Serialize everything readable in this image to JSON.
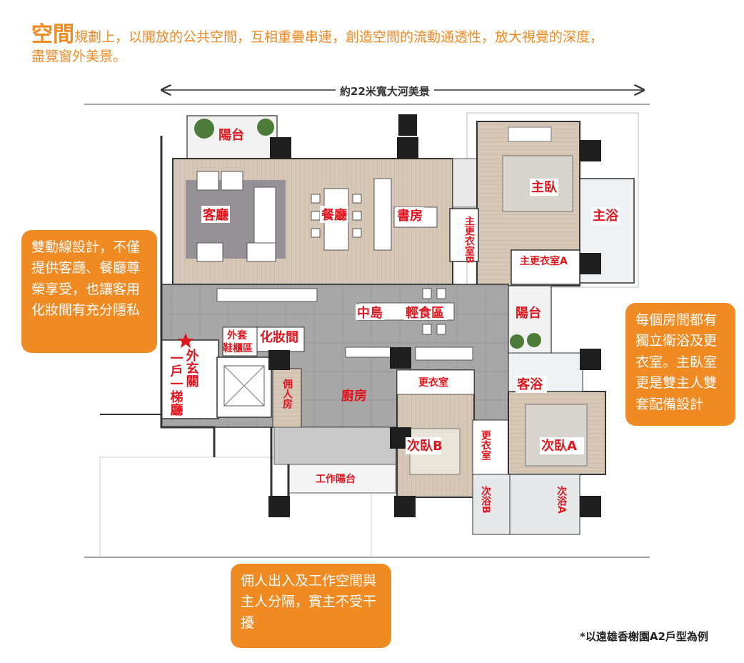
{
  "heading": {
    "lead": "空間",
    "line1": "規劃上，以開放的公共空間，互相重疊串連，創造空間的流動通透性，放大視覺的深度，",
    "line2": "盡覽窗外美景。"
  },
  "river_view_label": "約22米寬大河美景",
  "callouts": {
    "left": "雙動線設計，不僅提供客廳、餐廳尊榮享受，也讓客用化妝間有充分隱私",
    "right": "每個房間都有獨立衛浴及更衣室。主臥室更是雙主人雙套配備設計",
    "bottom": "佣人出入及工作空間與主人分隔，賓主不受干擾"
  },
  "footnote": "*以遠雄香榭園A2戶型為例",
  "rooms": {
    "balcony_top": "陽台",
    "living": "客廳",
    "dining": "餐廳",
    "study": "書房",
    "master_bed": "主臥",
    "master_bath": "主浴",
    "master_closet_b": "主更衣室B",
    "master_closet_a": "主更衣室A",
    "island": "中島",
    "light_kitchen": "輕食區",
    "balcony_right": "陽台",
    "shoe_cabinet_line1": "外套",
    "shoe_cabinet_line2": "鞋櫃區",
    "powder_room": "化妝間",
    "foyer": "外玄關",
    "elevator_hall": "一戶一梯廳",
    "maid_room": "佣人房",
    "kitchen": "廚房",
    "closet": "更衣室",
    "guest_bath": "客浴",
    "bedroom_b": "次臥B",
    "closet_mid": "更衣室",
    "bedroom_a": "次臥A",
    "service_balcony": "工作陽台",
    "bath_b": "次浴B",
    "bath_a": "次浴A"
  },
  "colors": {
    "accent": "#f08a22",
    "room_label": "#e0161f",
    "wood_floor": "#d6c7b6",
    "tile_floor": "#a7a7a7",
    "pillar": "#1e1e1e"
  }
}
